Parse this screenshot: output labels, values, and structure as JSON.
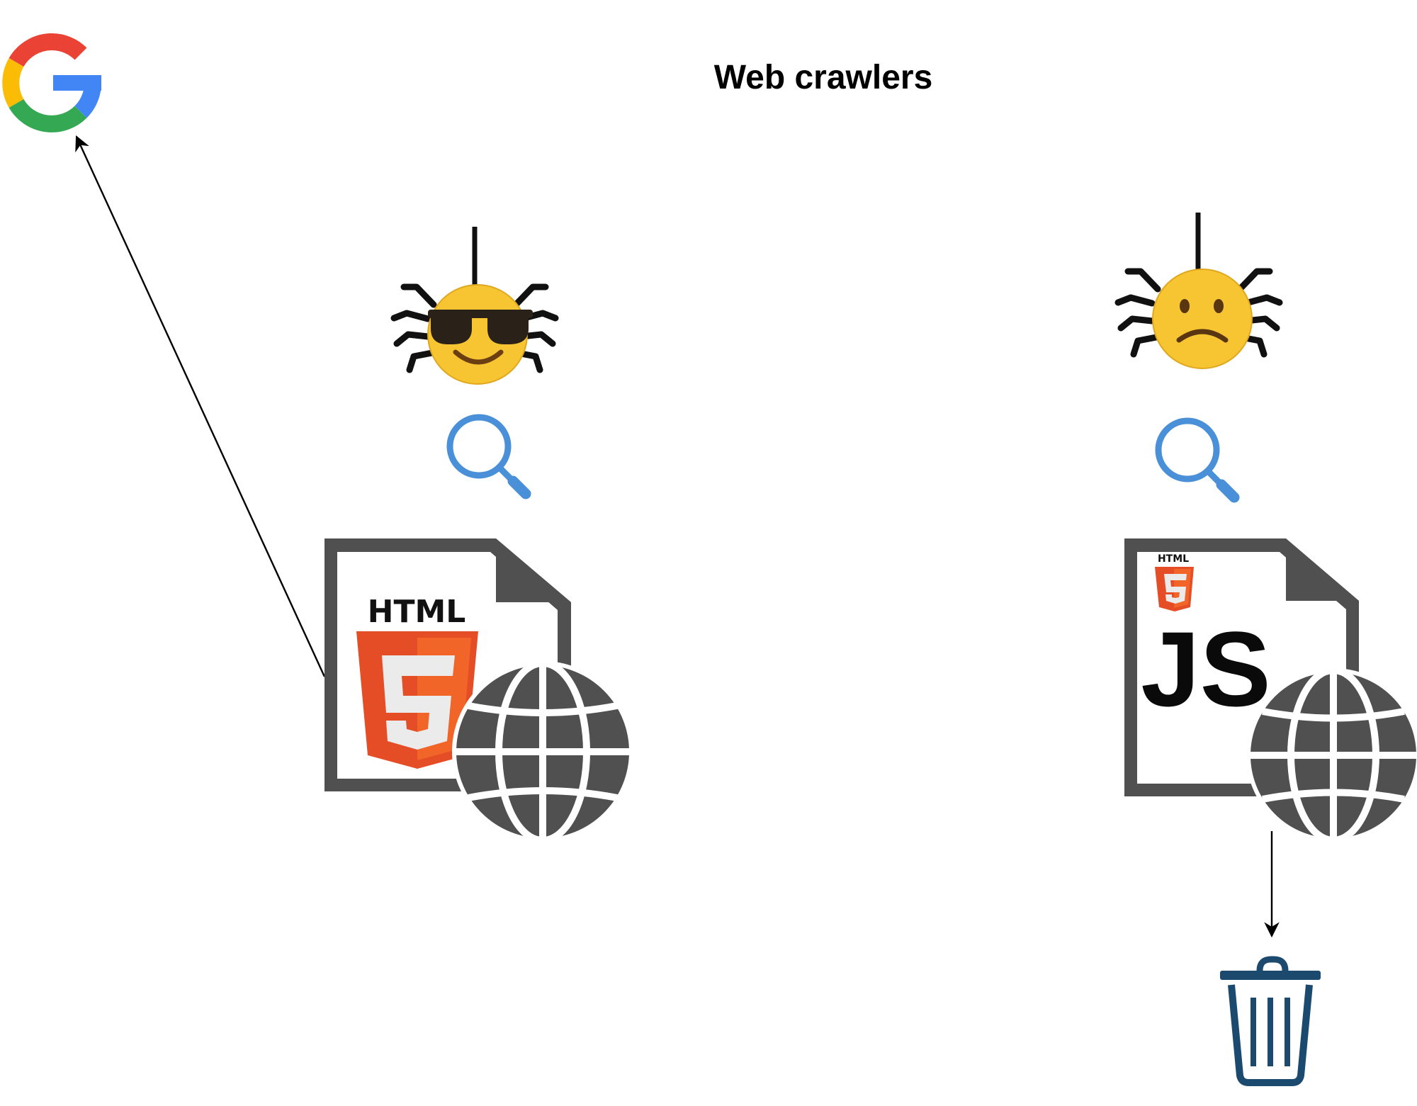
{
  "diagram": {
    "title": "Web crawlers",
    "left_document": {
      "badge_text": "HTML",
      "shield_text": "5"
    },
    "right_document": {
      "small_badge_text": "HTML",
      "shield_text": "5",
      "main_text": "JS"
    }
  },
  "colors": {
    "google_red": "#EA4335",
    "google_yellow": "#FBBC05",
    "google_green": "#34A853",
    "google_blue": "#4285F4",
    "magnifier_blue": "#4A90D9",
    "document_gray": "#505050",
    "html5_orange": "#E44D26",
    "html5_light_orange": "#F16529",
    "emoji_yellow": "#F7C531",
    "trash_navy": "#1B4A6E"
  },
  "icons": {
    "google": "google-logo-icon",
    "happy_spider": "cool-spider-icon",
    "sad_spider": "confused-spider-icon",
    "magnifier": "magnifying-glass-icon",
    "globe": "globe-icon",
    "trash": "trash-can-icon"
  }
}
